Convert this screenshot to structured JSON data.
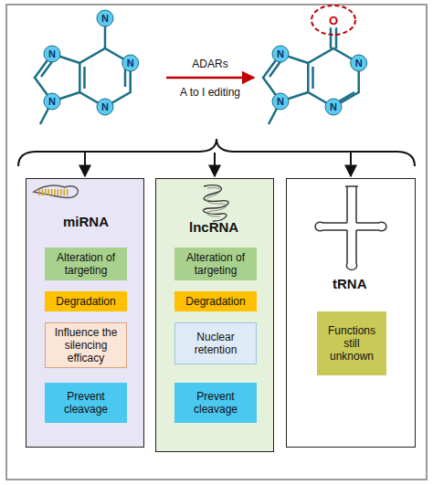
{
  "diagram": {
    "nodes": [
      {
        "text": [
          "miRNA"
        ]
      },
      {
        "text": [
          "Alteration of targeting"
        ],
        "in": 0
      },
      {
        "text": [
          "Degradation"
        ],
        "in": 0
      },
      {
        "text": [
          "Influence the silencing efficacy"
        ],
        "in": 0
      },
      {
        "text": [
          "Prevent cleavage"
        ],
        "in": 0
      },
      {
        "text": [
          "lncRNA"
        ]
      },
      {
        "text": [
          "Alteration of targeting"
        ],
        "in": 5
      },
      {
        "text": [
          "Degradation"
        ],
        "in": 5
      },
      {
        "text": [
          "Nuclear retention"
        ],
        "in": 5
      },
      {
        "text": [
          "Prevent cleavage"
        ],
        "in": 5
      },
      {
        "text": [
          "tRNA"
        ]
      },
      {
        "text": [
          "Functions still unknown"
        ],
        "in": 10
      }
    ],
    "labels": [
      "N",
      "N",
      "N",
      "N",
      "N",
      "ADARs",
      "A to I editing",
      "O",
      "N",
      "N",
      "N",
      "N"
    ]
  }
}
